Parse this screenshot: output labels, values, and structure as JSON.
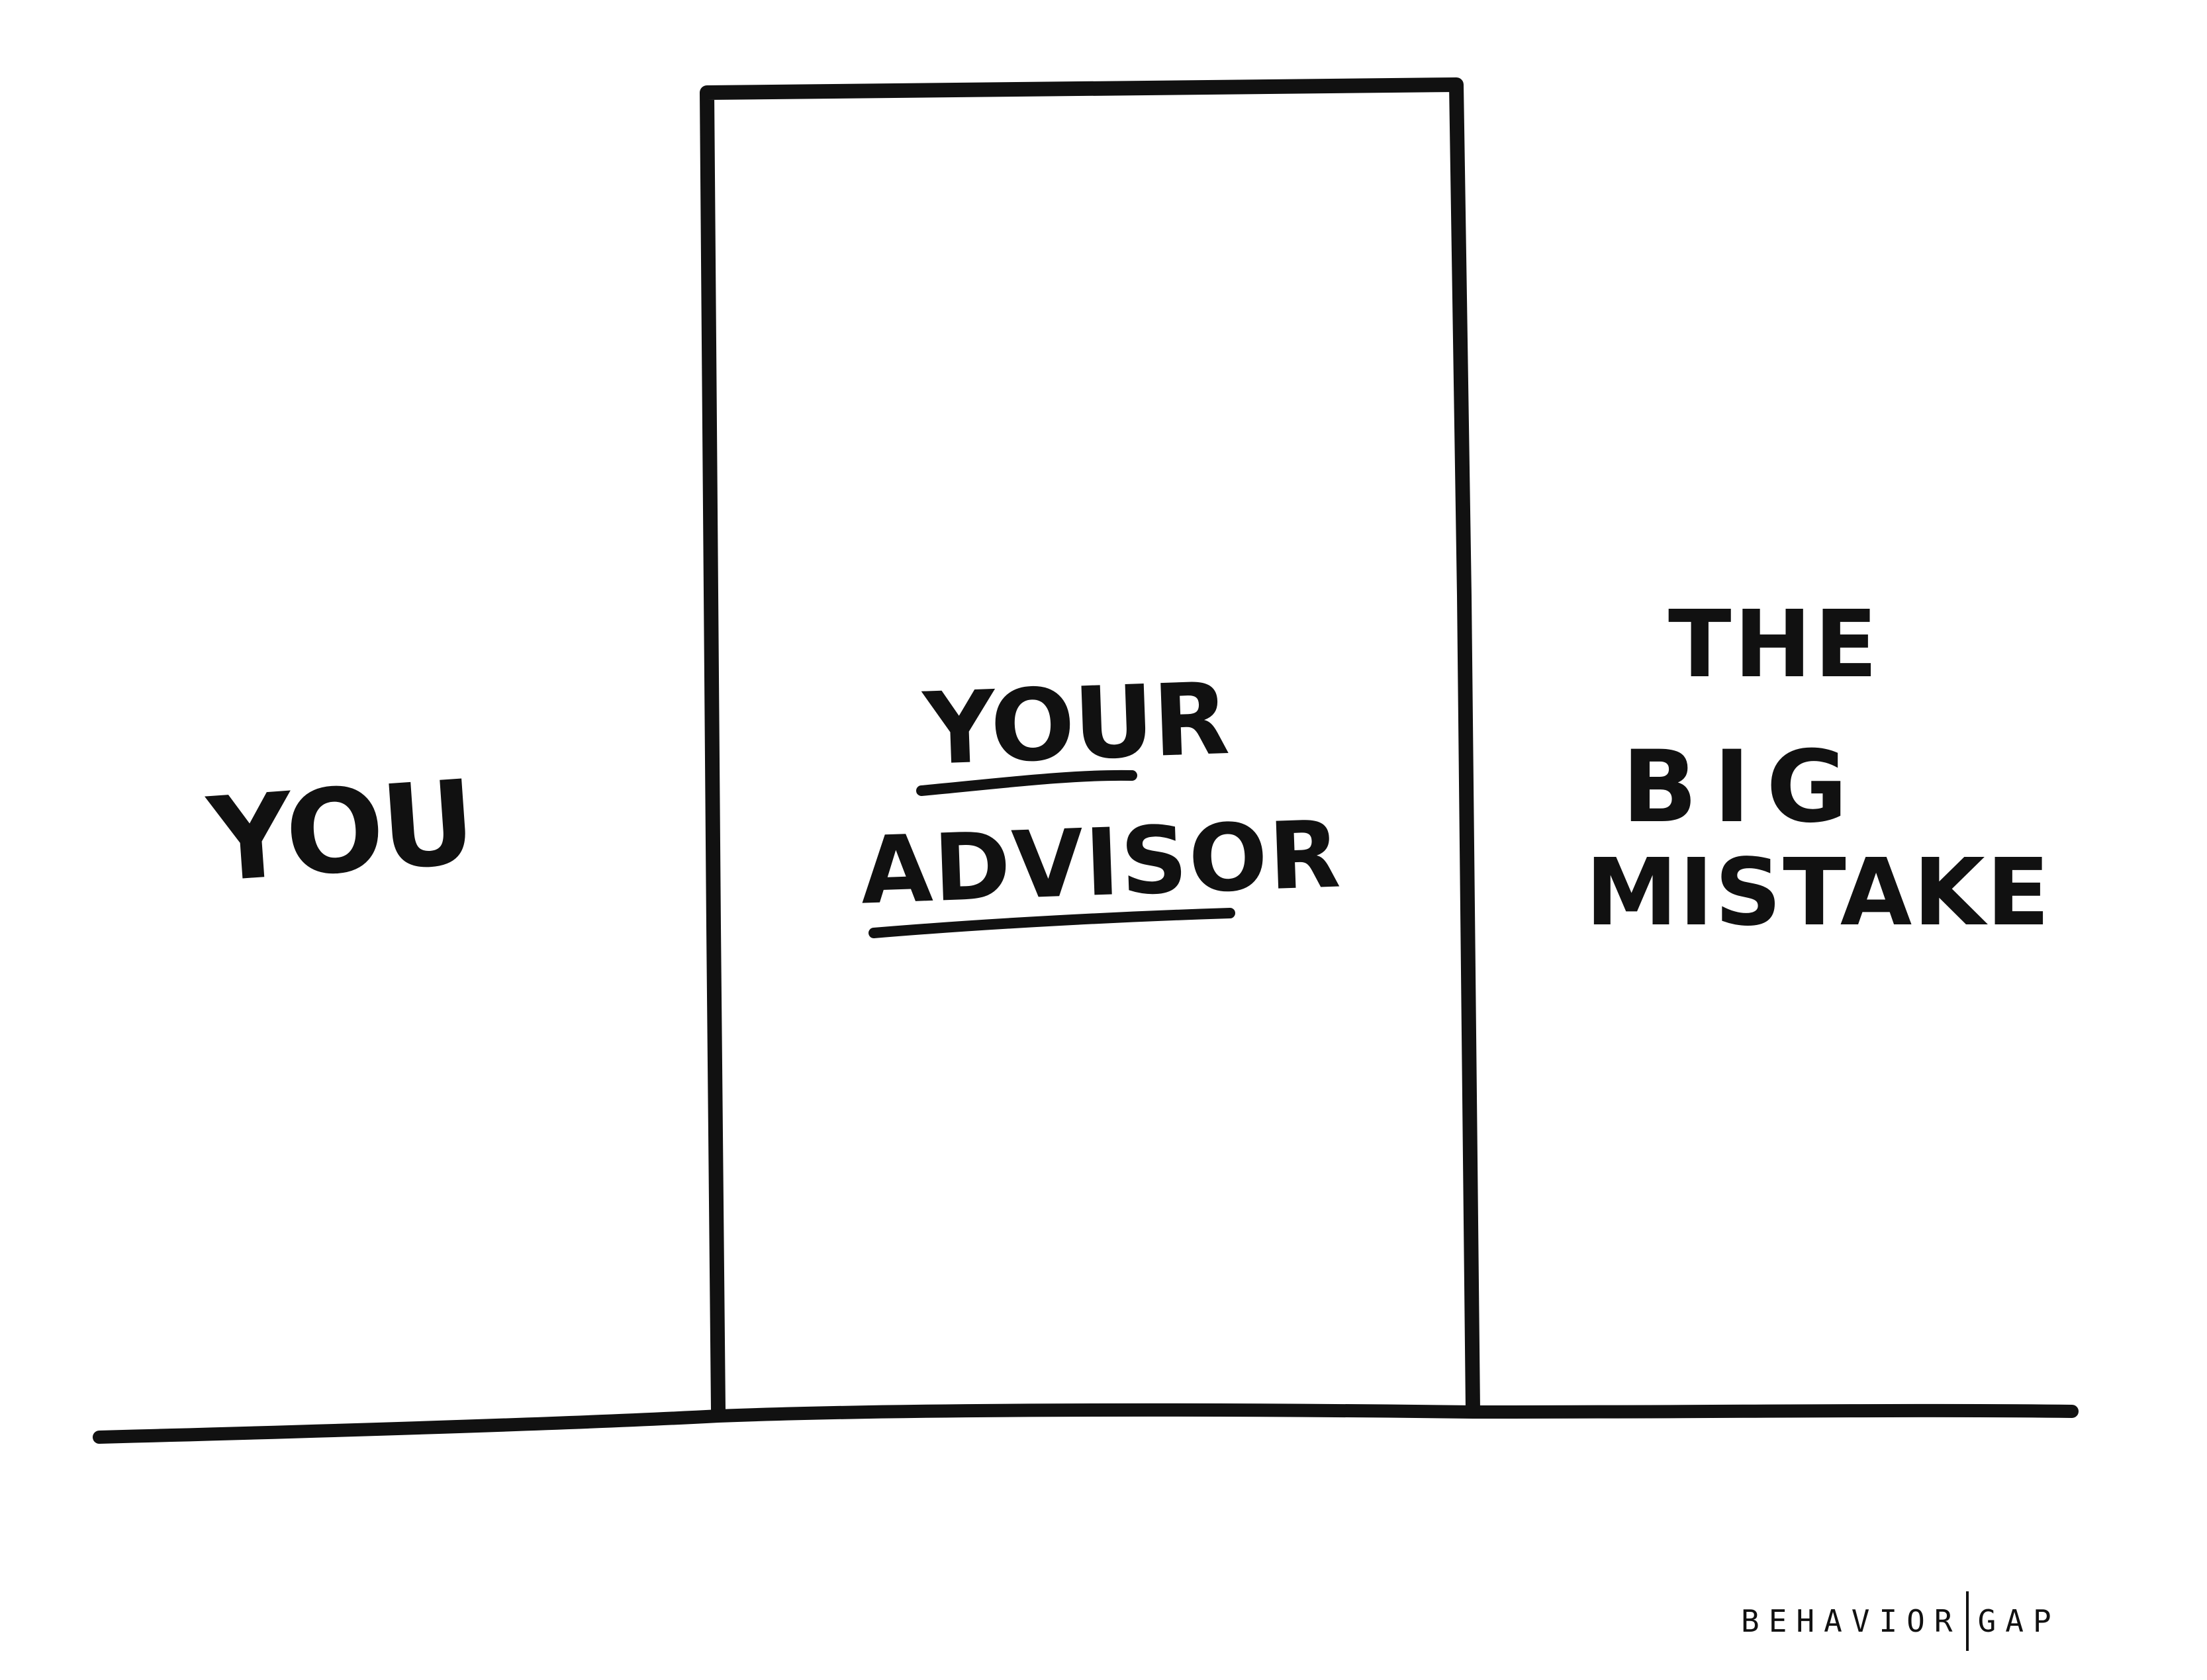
{
  "labels": {
    "left": "YOU",
    "middle_line1": "YOUR",
    "middle_line2": "ADVISOR",
    "right_line1": "THE",
    "right_line2": "BIG",
    "right_line3": "MISTAKE"
  },
  "logo": {
    "left": "BEHAVIOR",
    "right": "GAP"
  },
  "colors": {
    "ink": "#111111",
    "background": "#ffffff"
  }
}
